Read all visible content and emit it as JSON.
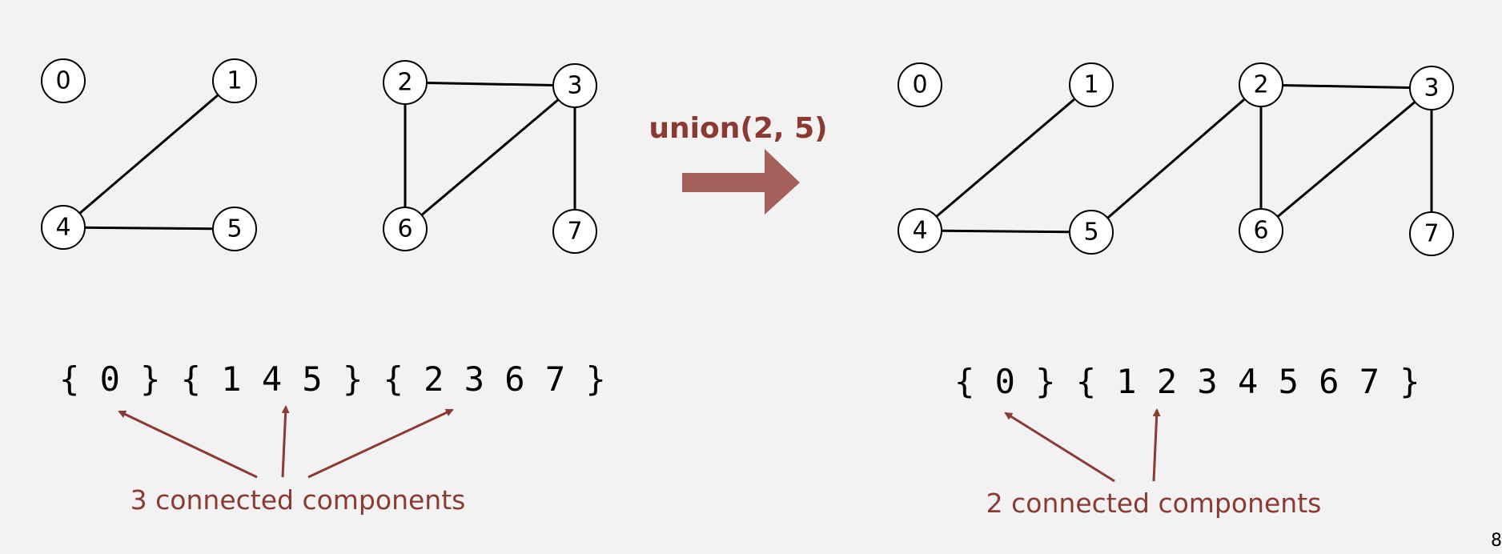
{
  "colors": {
    "accent": "#8b3a32",
    "arrow_fill": "#a6605b",
    "background": "#f2f2f2"
  },
  "operation": {
    "label": "union(2, 5)"
  },
  "before": {
    "nodes": [
      "0",
      "1",
      "2",
      "3",
      "4",
      "5",
      "6",
      "7"
    ],
    "edges": [
      [
        "1",
        "4"
      ],
      [
        "4",
        "5"
      ],
      [
        "2",
        "3"
      ],
      [
        "2",
        "6"
      ],
      [
        "3",
        "6"
      ],
      [
        "3",
        "7"
      ]
    ],
    "components_text": "{ 0 } { 1 4 5 } { 2 3 6 7 }",
    "caption": "3 connected components"
  },
  "after": {
    "nodes": [
      "0",
      "1",
      "2",
      "3",
      "4",
      "5",
      "6",
      "7"
    ],
    "edges": [
      [
        "1",
        "4"
      ],
      [
        "4",
        "5"
      ],
      [
        "2",
        "5"
      ],
      [
        "2",
        "3"
      ],
      [
        "2",
        "6"
      ],
      [
        "3",
        "6"
      ],
      [
        "3",
        "7"
      ]
    ],
    "components_text": "{ 0 } { 1 2 3 4 5 6 7 }",
    "caption": "2 connected components"
  },
  "page_number": "8"
}
